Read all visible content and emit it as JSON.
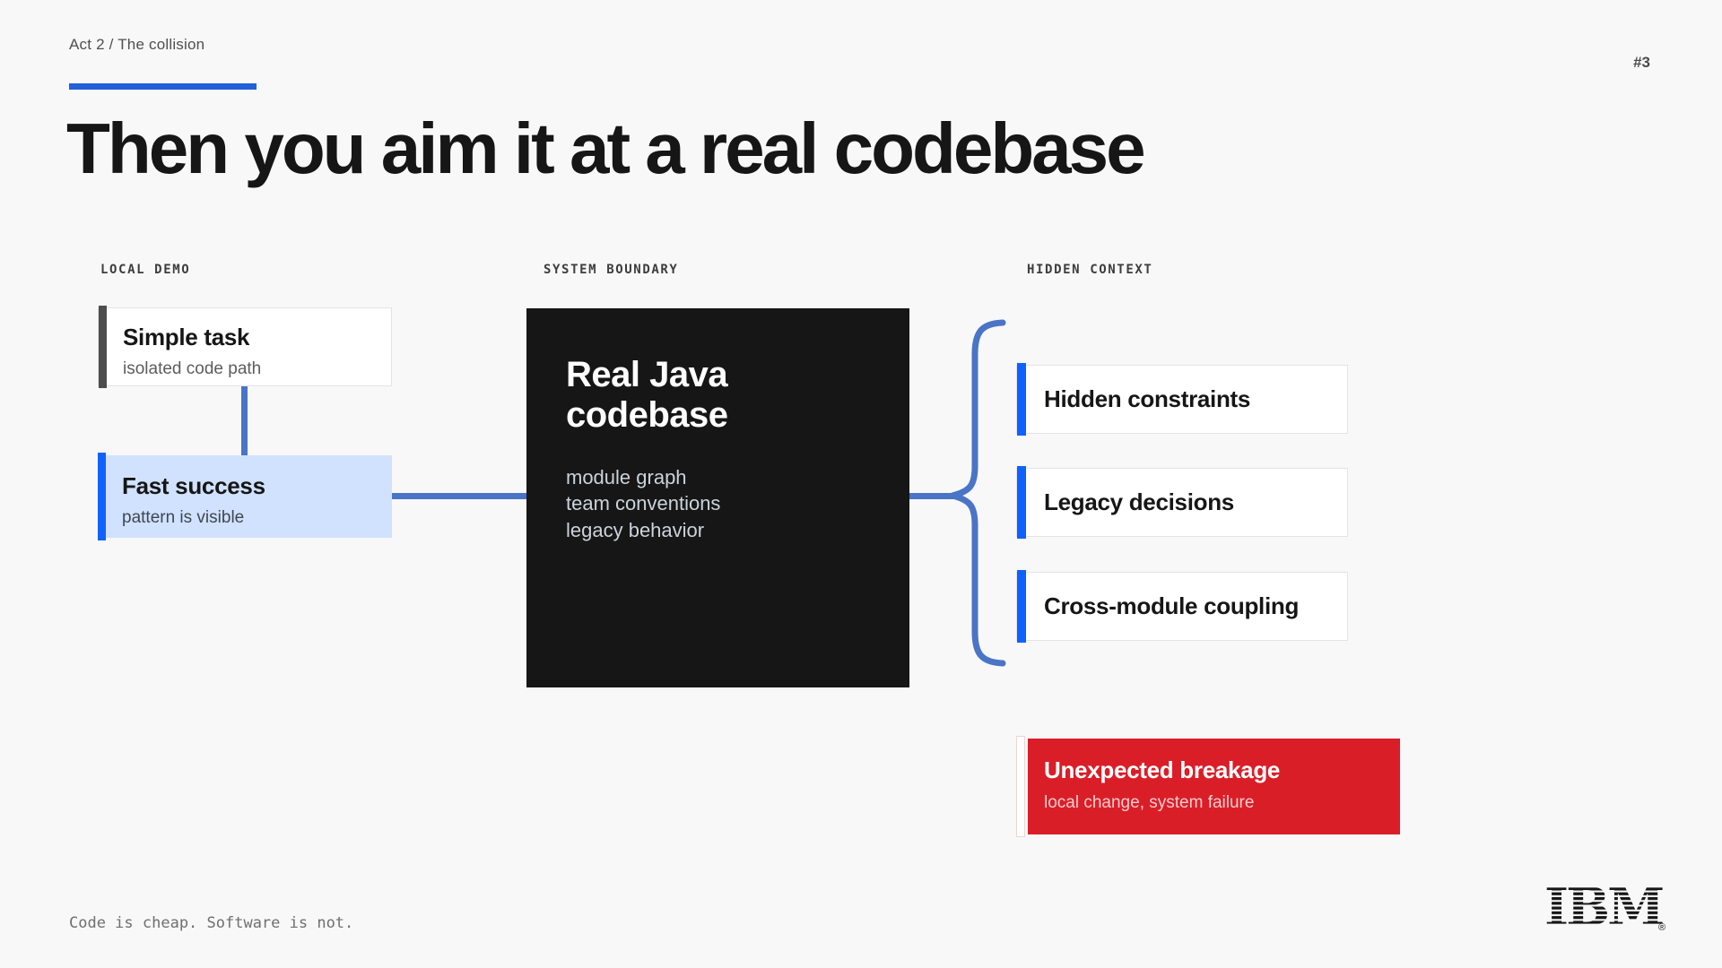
{
  "slide": {
    "breadcrumb": "Act 2 / The collision",
    "slide_number": "#3",
    "title": "Then you aim it at a real codebase",
    "footer": "Code is cheap. Software is not.",
    "brand": "IBM",
    "brand_registered": "®"
  },
  "columns": {
    "local_demo": {
      "label": "LOCAL DEMO",
      "cards": [
        {
          "title": "Simple task",
          "subtitle": "isolated code path"
        },
        {
          "title": "Fast success",
          "subtitle": "pattern is visible"
        }
      ]
    },
    "system_boundary": {
      "label": "SYSTEM BOUNDARY",
      "card": {
        "title": "Real Java codebase",
        "items": [
          "module graph",
          "team conventions",
          "legacy behavior"
        ]
      }
    },
    "hidden_context": {
      "label": "HIDDEN CONTEXT",
      "cards": [
        {
          "title": "Hidden constraints"
        },
        {
          "title": "Legacy decisions"
        },
        {
          "title": "Cross-module coupling"
        }
      ]
    }
  },
  "alert_card": {
    "title": "Unexpected breakage",
    "subtitle": "local change, system failure"
  },
  "colors": {
    "accent_blue": "#0f62fe",
    "underline_blue": "#2160d9",
    "line_blue": "#4a74c6",
    "alert_red": "#da1e28",
    "dark": "#161616",
    "card_blue_bg": "#d0e2ff",
    "gray_bar": "#4d4d4d",
    "bg": "#f8f8f8"
  }
}
